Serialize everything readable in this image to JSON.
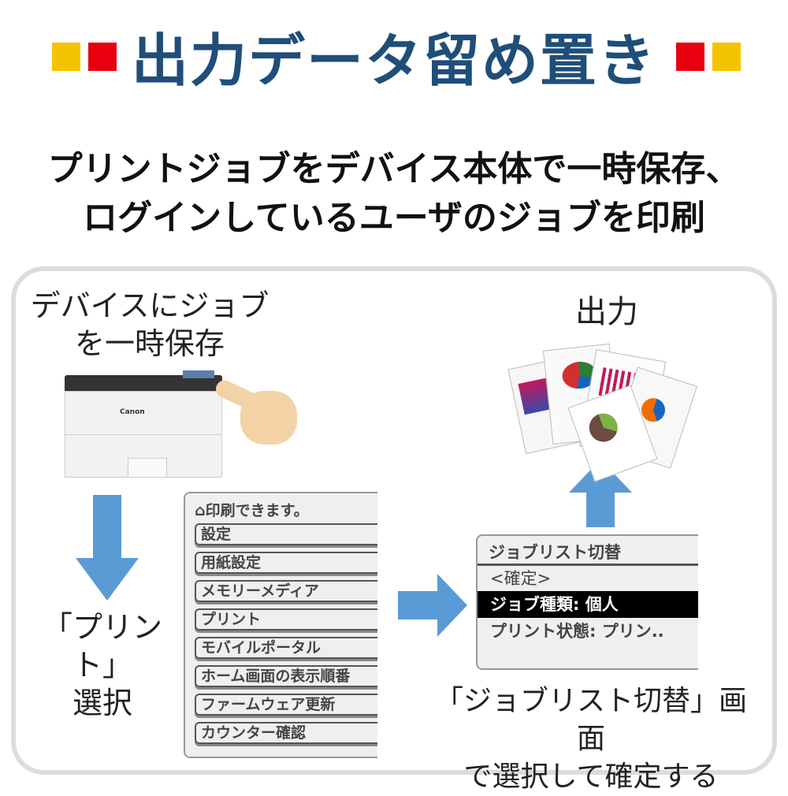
{
  "title": "出力データ留め置き",
  "subtitle": [
    "プリントジョブをデバイス本体で一時保存、",
    "ログインしているユーザのジョブを印刷"
  ],
  "colors": {
    "title": "#1f4e79",
    "yellow": "#f5c400",
    "red": "#e8000f",
    "arrow": "#5b9bd5"
  },
  "step1": {
    "line1": "デバイスにジョブ",
    "line2": "を一時保存"
  },
  "printer": {
    "brand": "Canon"
  },
  "step2": {
    "line1": "「プリント」",
    "line2": "選択"
  },
  "output_label": "出力",
  "menu": {
    "header": "印刷できます。",
    "items": [
      "設定",
      "用紙設定",
      "メモリーメディア",
      "プリント",
      "モバイルポータル",
      "ホーム画面の表示順番",
      "ファームウェア更新",
      "カウンター確認"
    ]
  },
  "job_screen": {
    "title": "ジョブリスト切替",
    "confirm": "<確定>",
    "selected": "ジョブ種類: 個人",
    "status": "プリント状態: プリン.."
  },
  "caption": {
    "line1": "「ジョブリスト切替」画面",
    "line2": "で選択して確定する"
  }
}
